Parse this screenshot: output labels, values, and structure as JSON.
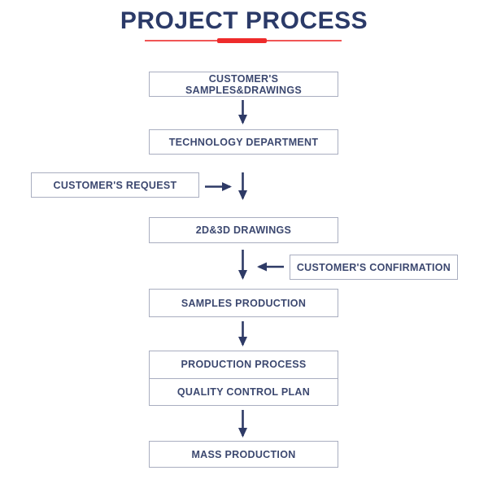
{
  "title": "PROJECT PROCESS",
  "colors": {
    "title_navy": "#2b3a68",
    "box_text_navy": "#3c4870",
    "arrow_navy": "#2e3a66",
    "box_border": "#a9aec0",
    "accent_red": "#ee2b2b",
    "background": "#ffffff"
  },
  "flow": {
    "nodes": [
      {
        "label": "CUSTOMER'S SAMPLES&DRAWINGS"
      },
      {
        "label": "TECHNOLOGY DEPARTMENT"
      },
      {
        "label": "CUSTOMER'S REQUEST"
      },
      {
        "label": "2D&3D DRAWINGS"
      },
      {
        "label": "CUSTOMER'S CONFIRMATION"
      },
      {
        "label": "SAMPLES PRODUCTION"
      },
      {
        "label": "PRODUCTION PROCESS"
      },
      {
        "label": "QUALITY CONTROL PLAN"
      },
      {
        "label": "MASS PRODUCTION"
      }
    ]
  }
}
